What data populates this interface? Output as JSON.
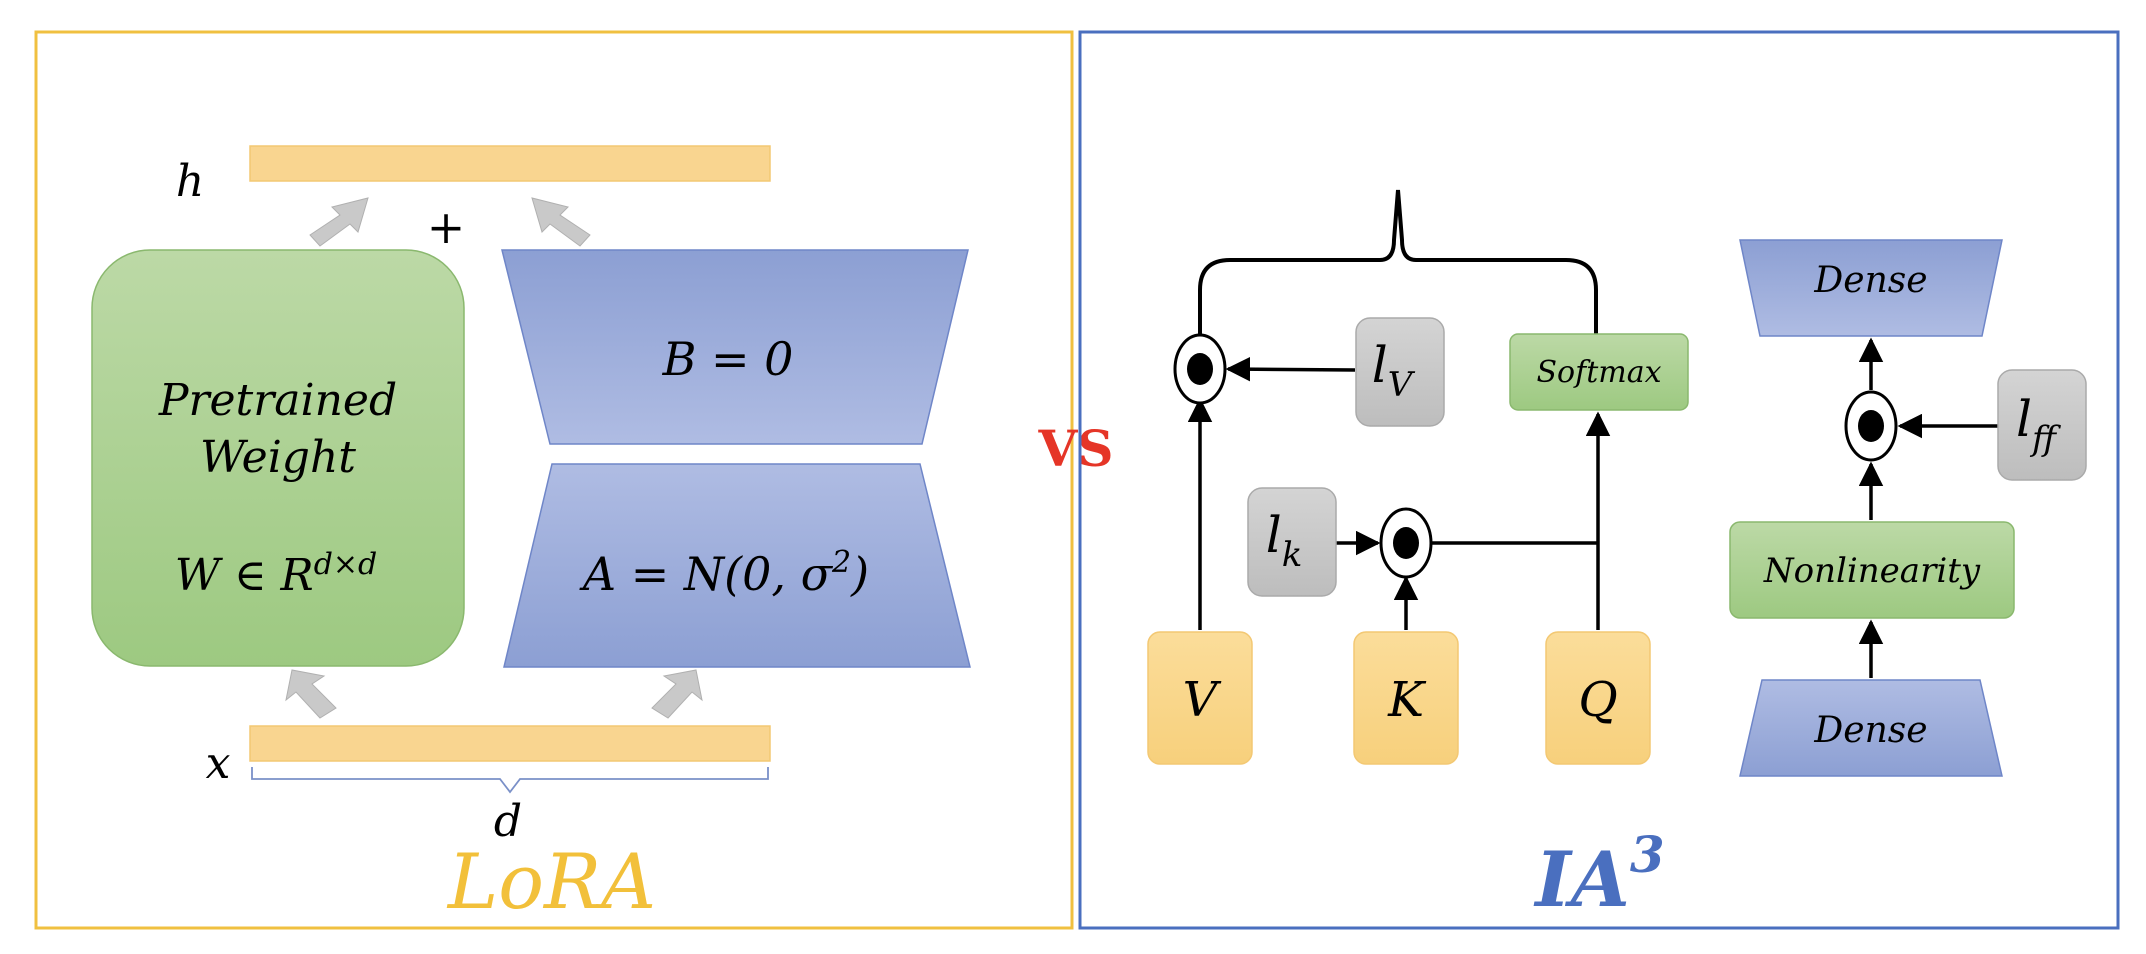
{
  "lora": {
    "title": "LoRA",
    "output_label": "h",
    "input_label": "x",
    "dim_label": "d",
    "plus": "+",
    "pretrained": {
      "line1": "Pretrained",
      "line2": "Weight",
      "formula_w": "W",
      "formula_in": "∈ R",
      "formula_sup": "d×d"
    },
    "matrix_b": "B = 0",
    "matrix_a": "A = N(0, σ",
    "matrix_a_sup": "2",
    "matrix_a_close": ")"
  },
  "vs_label": "VS",
  "ia3": {
    "title": "IA",
    "title_sup": "3",
    "attention": {
      "v": "V",
      "k": "K",
      "q": "Q",
      "lv": "l",
      "lv_sub": "V",
      "lk": "l",
      "lk_sub": "k",
      "softmax": "Softmax"
    },
    "ffn": {
      "dense_top": "Dense",
      "dense_bottom": "Dense",
      "nonlinearity": "Nonlinearity",
      "lff": "l",
      "lff_sub": "ff"
    }
  },
  "colors": {
    "lora_frame": "#f0c040",
    "ia3_frame": "#4a6fbf",
    "vs": "#e53527",
    "bar": "#f9d590",
    "green": "#a9cf8c",
    "blue": "#8fa0d4",
    "gray": "#c8c8c8",
    "yellow_box": "#f9d88e"
  }
}
